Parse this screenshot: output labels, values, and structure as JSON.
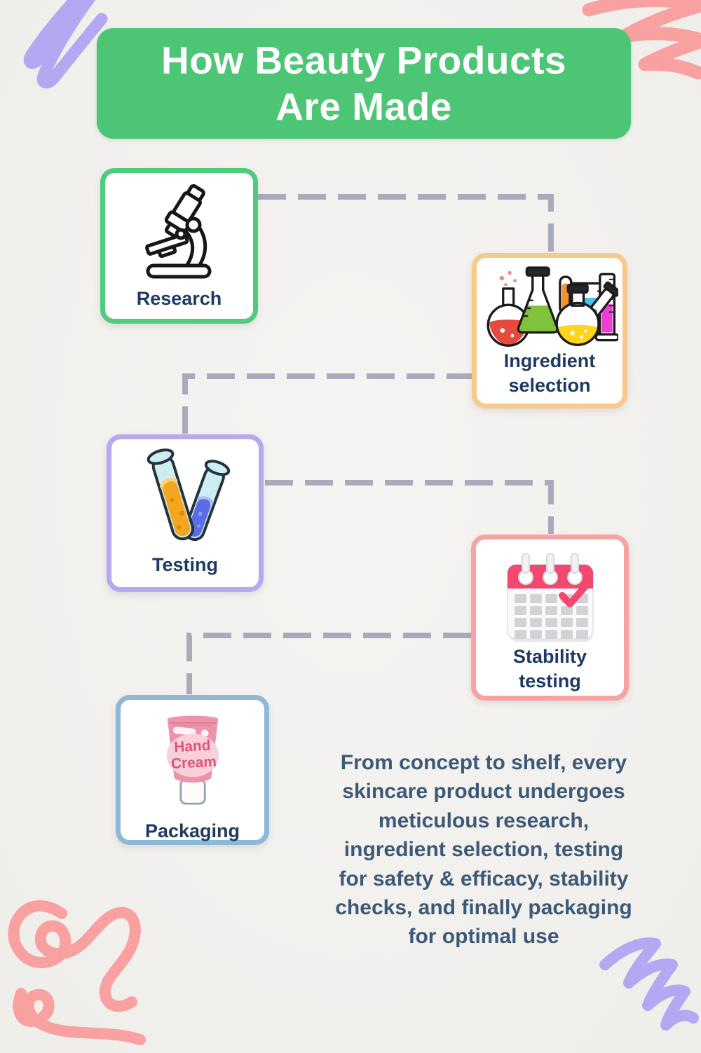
{
  "page": {
    "background": "#f2f0ed"
  },
  "title": {
    "text": "How Beauty Products\nAre Made",
    "bg": "#4cc575",
    "color": "#ffffff"
  },
  "steps": [
    {
      "id": "research",
      "label": "Research",
      "border": "#4fca7e",
      "icon": "microscope-icon"
    },
    {
      "id": "ingredient-selection",
      "label": "Ingredient\nselection",
      "border": "#f8c98a",
      "icon": "chemistry-flasks-icon"
    },
    {
      "id": "testing",
      "label": "Testing",
      "border": "#b7a8ef",
      "icon": "test-tubes-icon"
    },
    {
      "id": "stability-testing",
      "label": "Stability\ntesting",
      "border": "#f8a2a2",
      "icon": "calendar-check-icon"
    },
    {
      "id": "packaging",
      "label": "Packaging",
      "border": "#8fb7d6",
      "icon": "hand-cream-tube-icon"
    }
  ],
  "packaging_tube": {
    "line1": "Hand",
    "line2": "Cream"
  },
  "description": {
    "text": "From concept to shelf, every\nskincare product undergoes\nmeticulous research,\ningredient selection, testing\nfor safety & efficacy, stability\nchecks, and finally packaging\nfor optimal use",
    "color": "#3c5a78"
  },
  "connectors": {
    "style": "dashed",
    "color": "#abaabc"
  },
  "decorations": {
    "top_left": "purple-zigzag-squiggle",
    "top_right": "salmon-zigzag-squiggle",
    "bottom_left": "salmon-loop-squiggle",
    "bottom_right": "purple-zigzag-squiggle",
    "purple": "#b5a8f3",
    "salmon": "#f9a0a0"
  }
}
